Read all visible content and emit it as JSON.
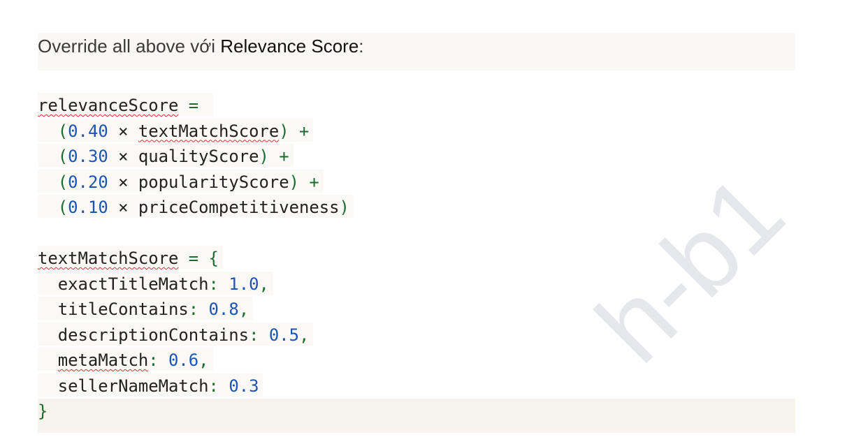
{
  "heading": {
    "prefix": "Override all above với ",
    "strong": "Relevance Score",
    "suffix": ":"
  },
  "code_lines": [
    [
      {
        "t": "relevanceScore",
        "c": "id",
        "sp": true
      },
      {
        "t": " = ",
        "c": "op"
      }
    ],
    [
      {
        "t": "  ",
        "c": "id"
      },
      {
        "t": "(",
        "c": "op"
      },
      {
        "t": "0.40",
        "c": "num"
      },
      {
        "t": " × ",
        "c": "id"
      },
      {
        "t": "textMatchScore",
        "c": "id",
        "sp": true
      },
      {
        "t": ") +",
        "c": "op"
      }
    ],
    [
      {
        "t": "  ",
        "c": "id"
      },
      {
        "t": "(",
        "c": "op"
      },
      {
        "t": "0.30",
        "c": "num"
      },
      {
        "t": " × qualityScore",
        "c": "id"
      },
      {
        "t": ") +",
        "c": "op"
      }
    ],
    [
      {
        "t": "  ",
        "c": "id"
      },
      {
        "t": "(",
        "c": "op"
      },
      {
        "t": "0.20",
        "c": "num"
      },
      {
        "t": " × popularityScore",
        "c": "id"
      },
      {
        "t": ") +",
        "c": "op"
      }
    ],
    [
      {
        "t": "  ",
        "c": "id"
      },
      {
        "t": "(",
        "c": "op"
      },
      {
        "t": "0.10",
        "c": "num"
      },
      {
        "t": " × priceCompetitiveness",
        "c": "id"
      },
      {
        "t": ")",
        "c": "op"
      }
    ],
    [],
    [
      {
        "t": "textMatchScore",
        "c": "id",
        "sp": true
      },
      {
        "t": " = {",
        "c": "op"
      }
    ],
    [
      {
        "t": "  exactTitleMatch",
        "c": "id"
      },
      {
        "t": ": ",
        "c": "op"
      },
      {
        "t": "1.0",
        "c": "num"
      },
      {
        "t": ",",
        "c": "op"
      }
    ],
    [
      {
        "t": "  titleContains",
        "c": "id"
      },
      {
        "t": ": ",
        "c": "op"
      },
      {
        "t": "0.8",
        "c": "num"
      },
      {
        "t": ",",
        "c": "op"
      }
    ],
    [
      {
        "t": "  descriptionContains",
        "c": "id"
      },
      {
        "t": ": ",
        "c": "op"
      },
      {
        "t": "0.5",
        "c": "num"
      },
      {
        "t": ",",
        "c": "op"
      }
    ],
    [
      {
        "t": "  ",
        "c": "id"
      },
      {
        "t": "metaMatch",
        "c": "id",
        "sp": true
      },
      {
        "t": ": ",
        "c": "op"
      },
      {
        "t": "0.6",
        "c": "num"
      },
      {
        "t": ",",
        "c": "op"
      }
    ],
    [
      {
        "t": "  sellerNameMatch",
        "c": "id"
      },
      {
        "t": ": ",
        "c": "op"
      },
      {
        "t": "0.3",
        "c": "num"
      }
    ]
  ],
  "closing": "}",
  "watermark": "h-b1"
}
